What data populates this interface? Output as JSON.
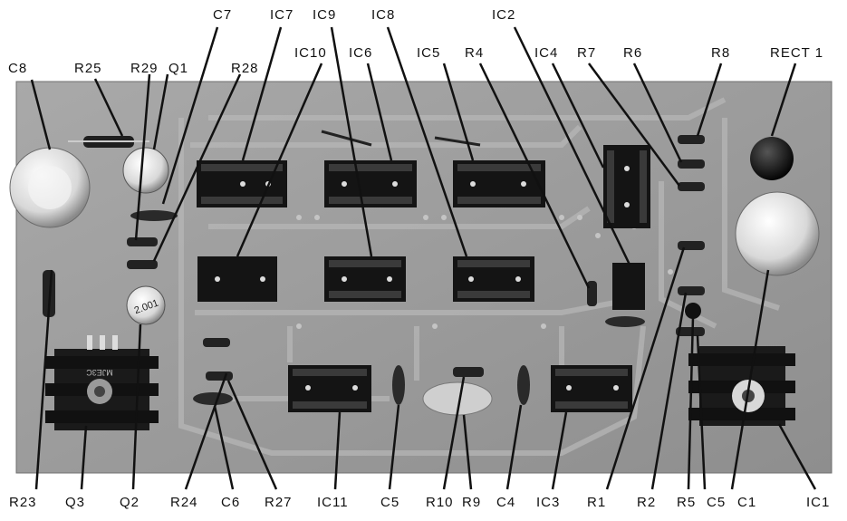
{
  "labels_top": [
    "C8",
    "R25",
    "R29",
    "Q1",
    "C7",
    "R28",
    "IC7",
    "IC10",
    "IC9",
    "IC6",
    "IC8",
    "IC5",
    "R4",
    "IC2",
    "IC4",
    "R7",
    "R6",
    "R8",
    "RECT 1"
  ],
  "labels_bottom": [
    "R23",
    "Q3",
    "Q2",
    "R24",
    "C6",
    "R27",
    "IC11",
    "C5",
    "R10",
    "R9",
    "C4",
    "IC3",
    "R1",
    "R2",
    "R5",
    "C5",
    "C1",
    "IC1"
  ],
  "heatsink_text": "MJE3C",
  "capacitor_text": "2.001"
}
